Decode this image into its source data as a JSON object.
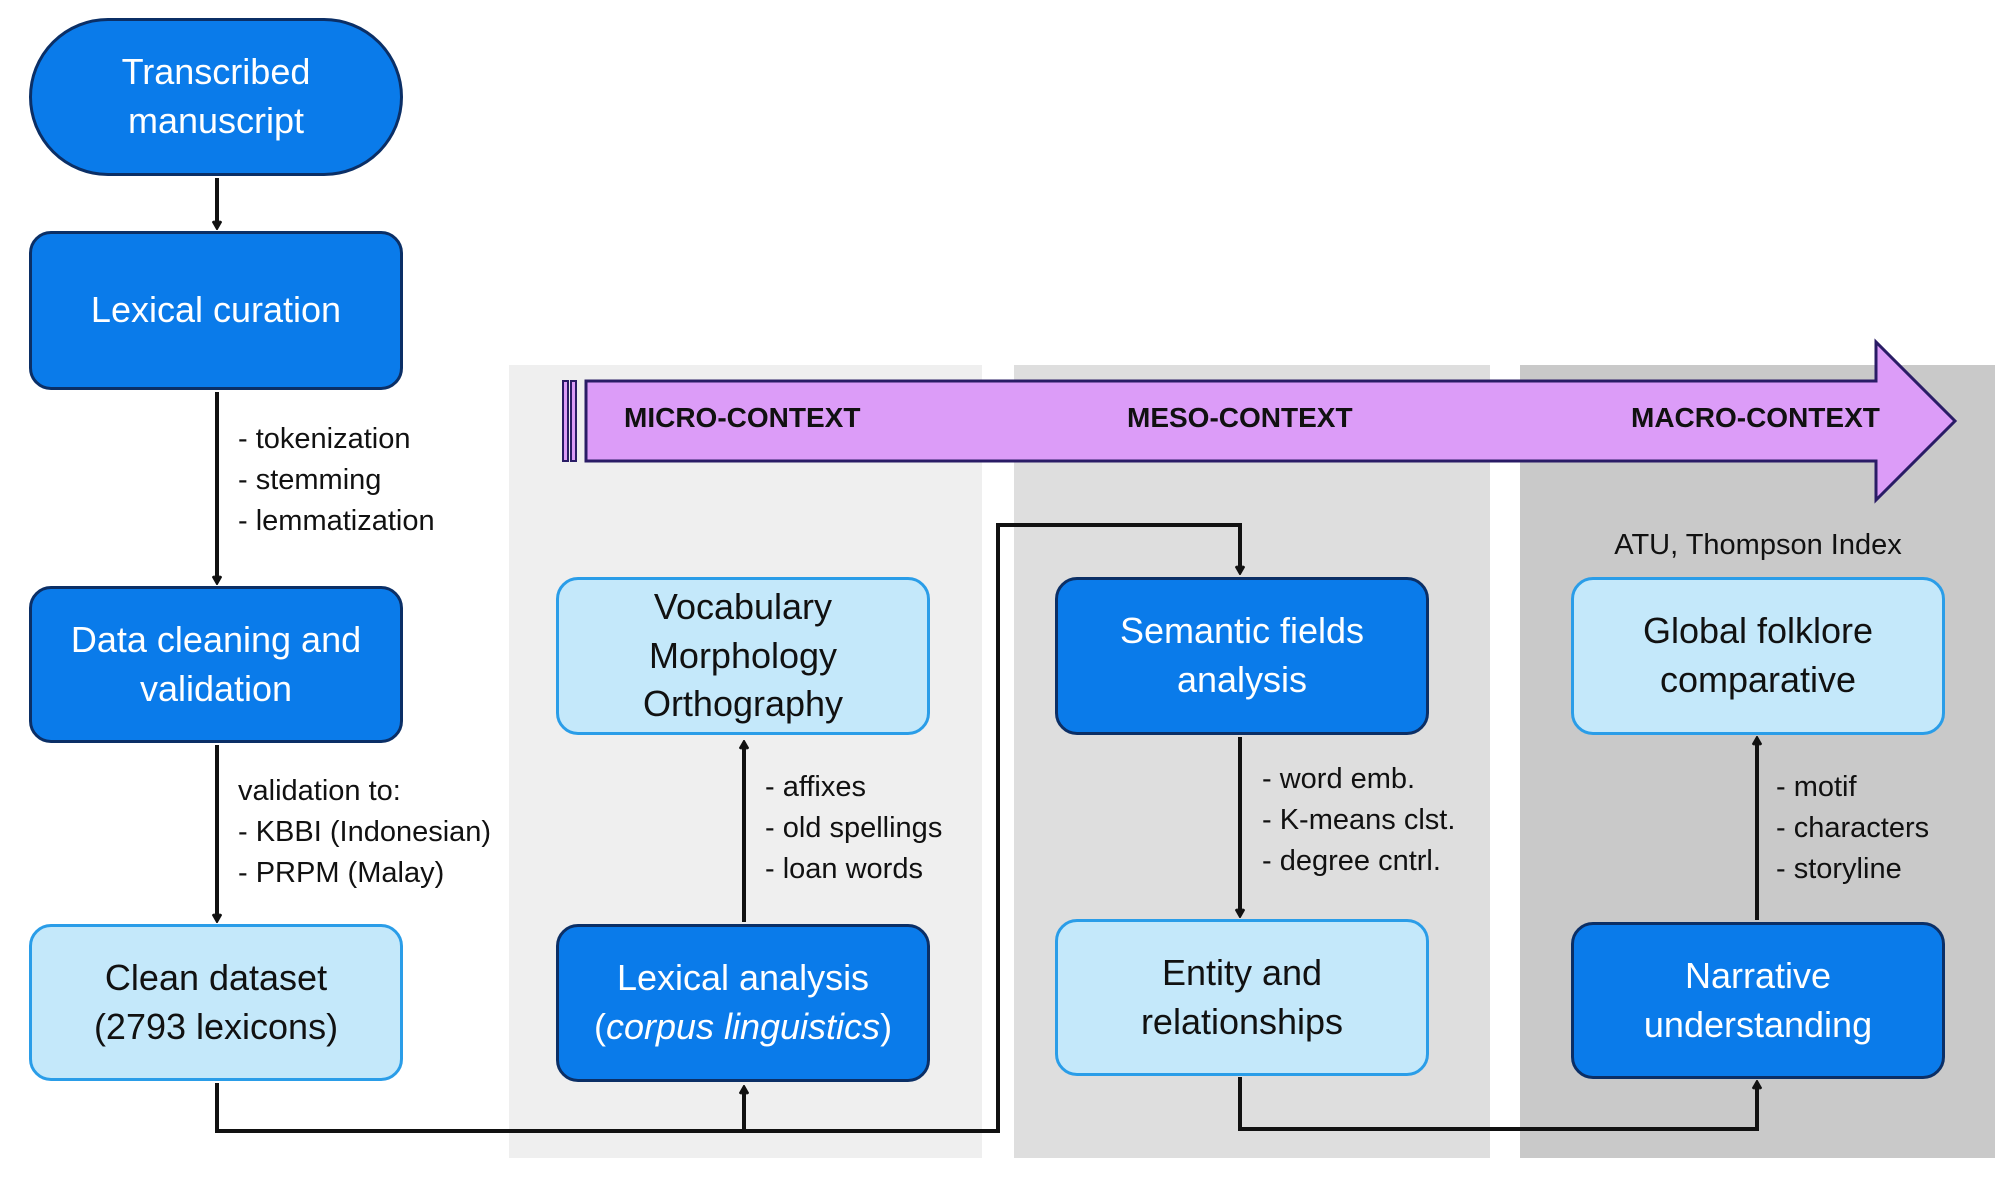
{
  "boxes": {
    "transcribed": {
      "lines": [
        "Transcribed",
        "manuscript"
      ]
    },
    "lexical_curation": {
      "lines": [
        "Lexical curation"
      ]
    },
    "data_cleaning": {
      "lines": [
        "Data cleaning and",
        "validation"
      ]
    },
    "clean_dataset": {
      "lines": [
        "Clean dataset",
        "(2793 lexicons)"
      ]
    },
    "vocabulary": {
      "lines": [
        "Vocabulary",
        "Morphology",
        "Orthography"
      ]
    },
    "lexical_analysis": {
      "line1": "Lexical analysis",
      "open_paren": "(",
      "italic": "corpus linguistics",
      "close_paren": ")"
    },
    "semantic_fields": {
      "lines": [
        "Semantic fields",
        "analysis"
      ]
    },
    "entity": {
      "lines": [
        "Entity and",
        "relationships"
      ]
    },
    "global_folklore": {
      "lines": [
        "Global folklore",
        "comparative"
      ]
    },
    "narrative": {
      "lines": [
        "Narrative",
        "understanding"
      ]
    }
  },
  "notes": {
    "curation_steps": [
      "- tokenization",
      "- stemming",
      "- lemmatization"
    ],
    "validation": [
      "validation to:",
      "- KBBI (Indonesian)",
      "- PRPM (Malay)"
    ],
    "lexical_features": [
      "- affixes",
      "- old spellings",
      "- loan words"
    ],
    "semantic_methods": [
      "- word emb.",
      "- K-means clst.",
      "- degree cntrl."
    ],
    "narrative_features": [
      "- motif",
      "- characters",
      "- storyline"
    ],
    "index_label": "ATU, Thompson Index"
  },
  "contexts": {
    "micro": "MICRO-CONTEXT",
    "meso": "MESO-CONTEXT",
    "macro": "MACRO-CONTEXT"
  },
  "colors": {
    "dark_box": "#0a7bea",
    "light_box": "#c4e8fa",
    "arrow_band": "#dc9cf8",
    "micro_panel": "#efefef",
    "meso_panel": "#dedede",
    "macro_panel": "#c9c9c9"
  }
}
